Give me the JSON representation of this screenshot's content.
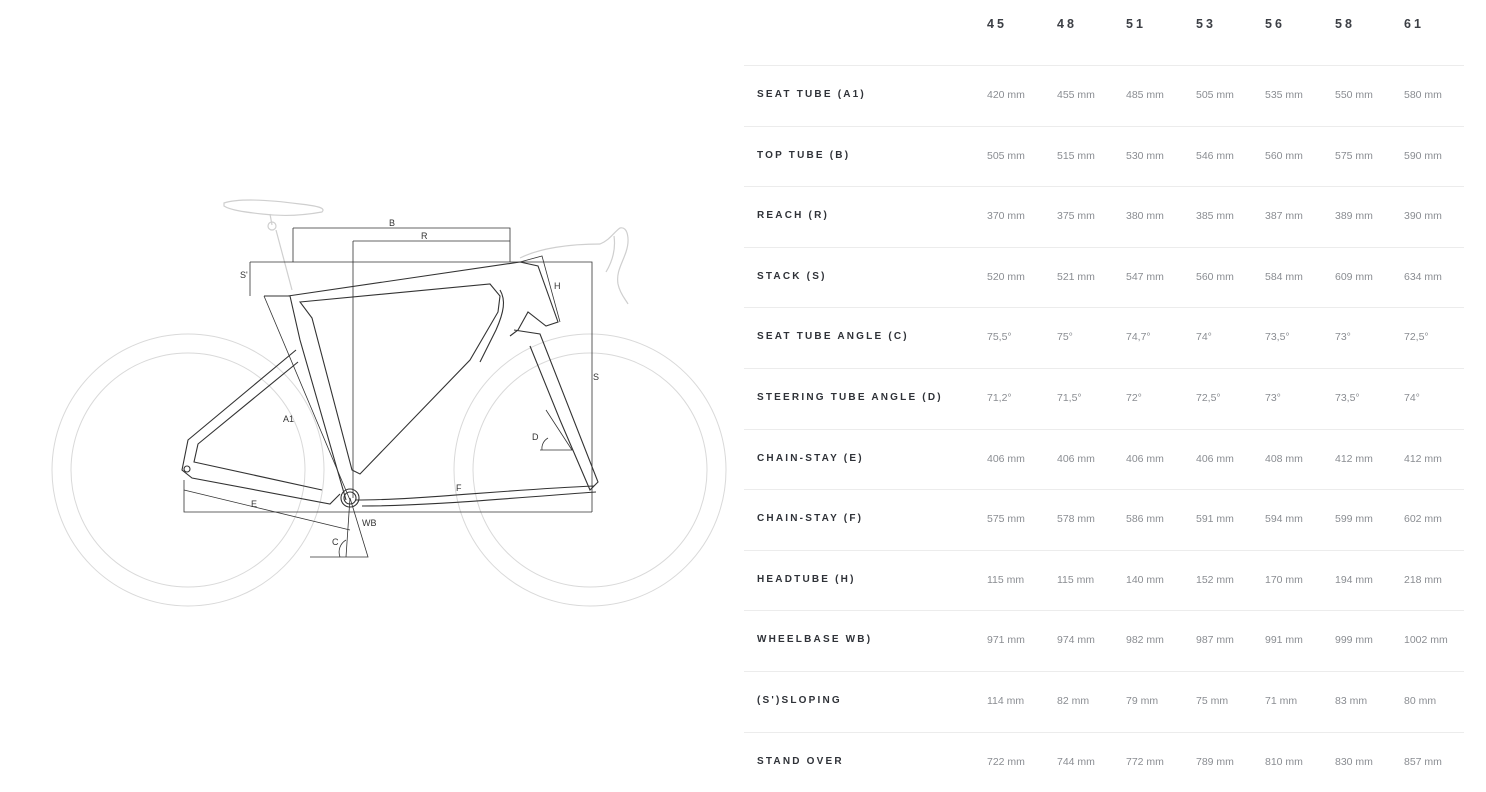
{
  "diagram": {
    "labels": [
      "B",
      "R",
      "S'",
      "H",
      "S",
      "A1",
      "D",
      "E",
      "F",
      "WB",
      "C"
    ]
  },
  "geometry": {
    "sizes": [
      "45",
      "48",
      "51",
      "53",
      "56",
      "58",
      "61"
    ],
    "rows": [
      {
        "label": "SEAT TUBE (A1)",
        "values": [
          "420 mm",
          "455 mm",
          "485 mm",
          "505 mm",
          "535 mm",
          "550 mm",
          "580 mm"
        ]
      },
      {
        "label": "TOP TUBE (B)",
        "values": [
          "505 mm",
          "515 mm",
          "530 mm",
          "546 mm",
          "560 mm",
          "575 mm",
          "590 mm"
        ]
      },
      {
        "label": "REACH (R)",
        "values": [
          "370 mm",
          "375 mm",
          "380 mm",
          "385 mm",
          "387 mm",
          "389 mm",
          "390 mm"
        ]
      },
      {
        "label": "STACK (S)",
        "values": [
          "520 mm",
          "521 mm",
          "547 mm",
          "560 mm",
          "584 mm",
          "609 mm",
          "634 mm"
        ]
      },
      {
        "label": "SEAT TUBE ANGLE (C)",
        "values": [
          "75,5°",
          "75°",
          "74,7°",
          "74°",
          "73,5°",
          "73°",
          "72,5°"
        ]
      },
      {
        "label": "STEERING TUBE ANGLE (D)",
        "values": [
          "71,2°",
          "71,5°",
          "72°",
          "72,5°",
          "73°",
          "73,5°",
          "74°"
        ]
      },
      {
        "label": "CHAIN-STAY (E)",
        "values": [
          "406 mm",
          "406 mm",
          "406 mm",
          "406 mm",
          "408 mm",
          "412 mm",
          "412 mm"
        ]
      },
      {
        "label": "CHAIN-STAY (F)",
        "values": [
          "575 mm",
          "578 mm",
          "586 mm",
          "591 mm",
          "594 mm",
          "599 mm",
          "602 mm"
        ]
      },
      {
        "label": "HEADTUBE (H)",
        "values": [
          "115 mm",
          "115 mm",
          "140 mm",
          "152 mm",
          "170 mm",
          "194 mm",
          "218 mm"
        ]
      },
      {
        "label": "WHEELBASE WB)",
        "values": [
          "971 mm",
          "974 mm",
          "982 mm",
          "987 mm",
          "991 mm",
          "999 mm",
          "1002 mm"
        ]
      },
      {
        "label": "(S')SLOPING",
        "values": [
          "114 mm",
          "82 mm",
          "79 mm",
          "75 mm",
          "71 mm",
          "83 mm",
          "80 mm"
        ]
      },
      {
        "label": "STAND OVER",
        "values": [
          "722 mm",
          "744 mm",
          "772 mm",
          "789 mm",
          "810 mm",
          "830 mm",
          "857 mm"
        ]
      }
    ]
  }
}
